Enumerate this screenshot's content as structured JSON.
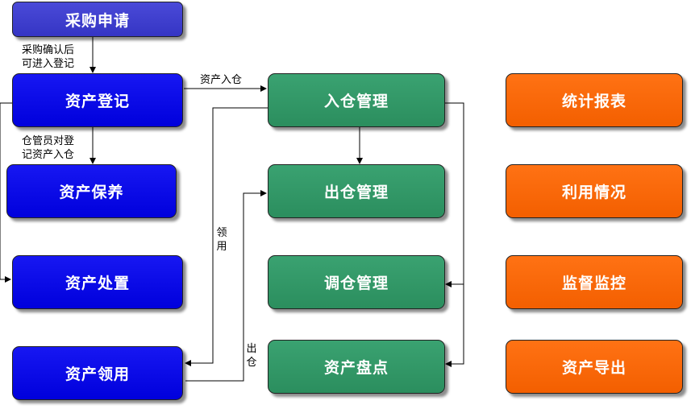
{
  "boxes": {
    "purchase_request": "采购申请",
    "asset_register": "资产登记",
    "asset_maintain": "资产保养",
    "asset_dispose": "资产处置",
    "asset_use": "资产领用",
    "stock_in": "入仓管理",
    "stock_out": "出仓管理",
    "stock_transfer": "调仓管理",
    "asset_count": "资产盘点",
    "report": "统计报表",
    "usage": "利用情况",
    "supervision": "监督监控",
    "export": "资产导出"
  },
  "edge_labels": {
    "confirm_line1": "采购确认后",
    "confirm_line2": "可进入登记",
    "asset_in": "资产入仓",
    "keeper_line1": "仓管员对登",
    "keeper_line2": "记资产入仓",
    "use": "领用",
    "out": "出仓"
  },
  "colors": {
    "purple": "#3d3dcc",
    "blue": "#0a0ae8",
    "green": "#31966a",
    "orange": "#f96a08"
  }
}
